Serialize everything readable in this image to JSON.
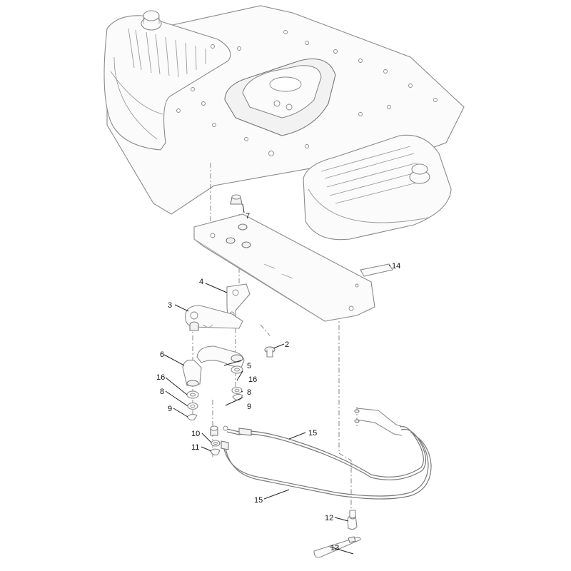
{
  "callouts": [
    {
      "id": "c2",
      "label": "2"
    },
    {
      "id": "c3",
      "label": "3"
    },
    {
      "id": "c4",
      "label": "4"
    },
    {
      "id": "c5",
      "label": "5"
    },
    {
      "id": "c6",
      "label": "6"
    },
    {
      "id": "c7",
      "label": "7"
    },
    {
      "id": "c8a",
      "label": "8"
    },
    {
      "id": "c8b",
      "label": "8"
    },
    {
      "id": "c9a",
      "label": "9"
    },
    {
      "id": "c9b",
      "label": "9"
    },
    {
      "id": "c10",
      "label": "10"
    },
    {
      "id": "c11",
      "label": "11"
    },
    {
      "id": "c12",
      "label": "12"
    },
    {
      "id": "c13",
      "label": "13"
    },
    {
      "id": "c14",
      "label": "14"
    },
    {
      "id": "c15a",
      "label": "15"
    },
    {
      "id": "c15b",
      "label": "15"
    },
    {
      "id": "c16a",
      "label": "16"
    },
    {
      "id": "c16b",
      "label": "16"
    }
  ]
}
